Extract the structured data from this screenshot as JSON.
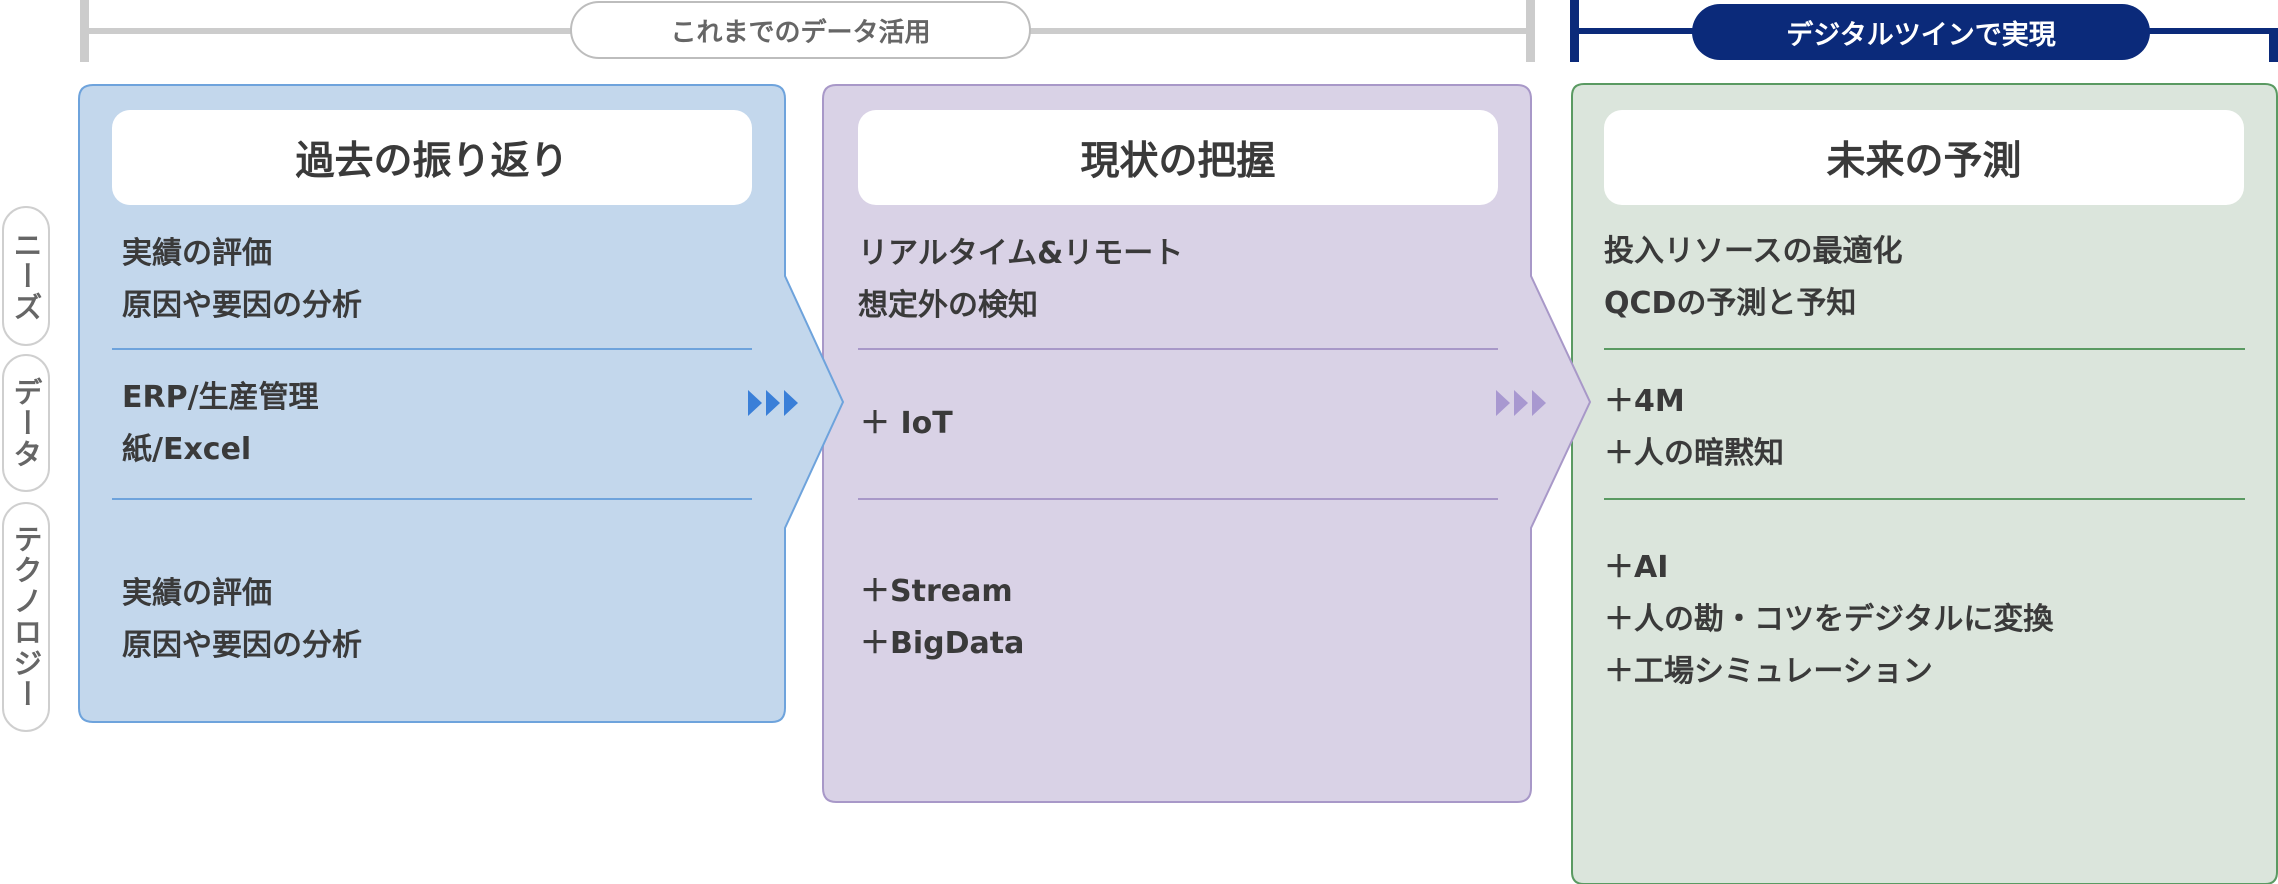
{
  "header": {
    "legacy_label": "これまでのデータ活用",
    "twin_label": "デジタルツインで実現"
  },
  "rows": {
    "needs": "ニーズ",
    "data": "データ",
    "technology": "テクノロジー"
  },
  "colors": {
    "past_fill": "#c3d7ec",
    "past_border": "#6ea3dc",
    "present_fill": "#d9d2e6",
    "present_border": "#a898c8",
    "future_fill": "#dbe5dc",
    "future_border": "#5a9a62",
    "navy": "#0b2a7a",
    "bracket_gray": "#cccccc"
  },
  "columns": {
    "past": {
      "title": "過去の振り返り",
      "needs": [
        "実績の評価",
        "原因や要因の分析"
      ],
      "data": [
        "ERP/生産管理",
        "紙/Excel"
      ],
      "technology": [
        "実績の評価",
        "原因や要因の分析"
      ]
    },
    "present": {
      "title": "現状の把握",
      "needs": [
        "リアルタイム&リモート",
        "想定外の検知"
      ],
      "data": [
        "＋ IoT"
      ],
      "technology": [
        "＋Stream",
        "＋BigData"
      ]
    },
    "future": {
      "title": "未来の予測",
      "needs": [
        "投入リソースの最適化",
        "QCDの予測と予知"
      ],
      "data": [
        "＋4M",
        "＋人の暗黙知"
      ],
      "technology": [
        "＋AI",
        "＋人の勘・コツをデジタルに変換",
        "＋工場シミュレーション"
      ]
    }
  },
  "arrows": {
    "glyph": "▶▶▶"
  }
}
